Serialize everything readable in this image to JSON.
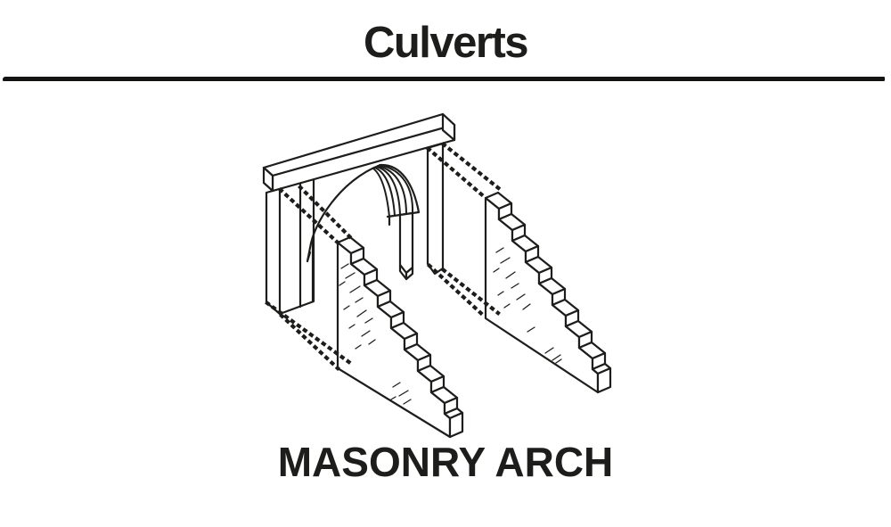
{
  "page": {
    "background": "#ffffff",
    "ink": "#1d1d1b"
  },
  "header": {
    "title": "Culverts"
  },
  "figure": {
    "caption": "MASONRY ARCH",
    "drawing_parts": {
      "portal": "portal with cap beam, piers and masonry arch opening",
      "left_wing_wall": "stepped stone wing wall",
      "right_wing_wall": "stepped stone wing wall",
      "alignment": "dotted assembly alignment lines"
    }
  }
}
